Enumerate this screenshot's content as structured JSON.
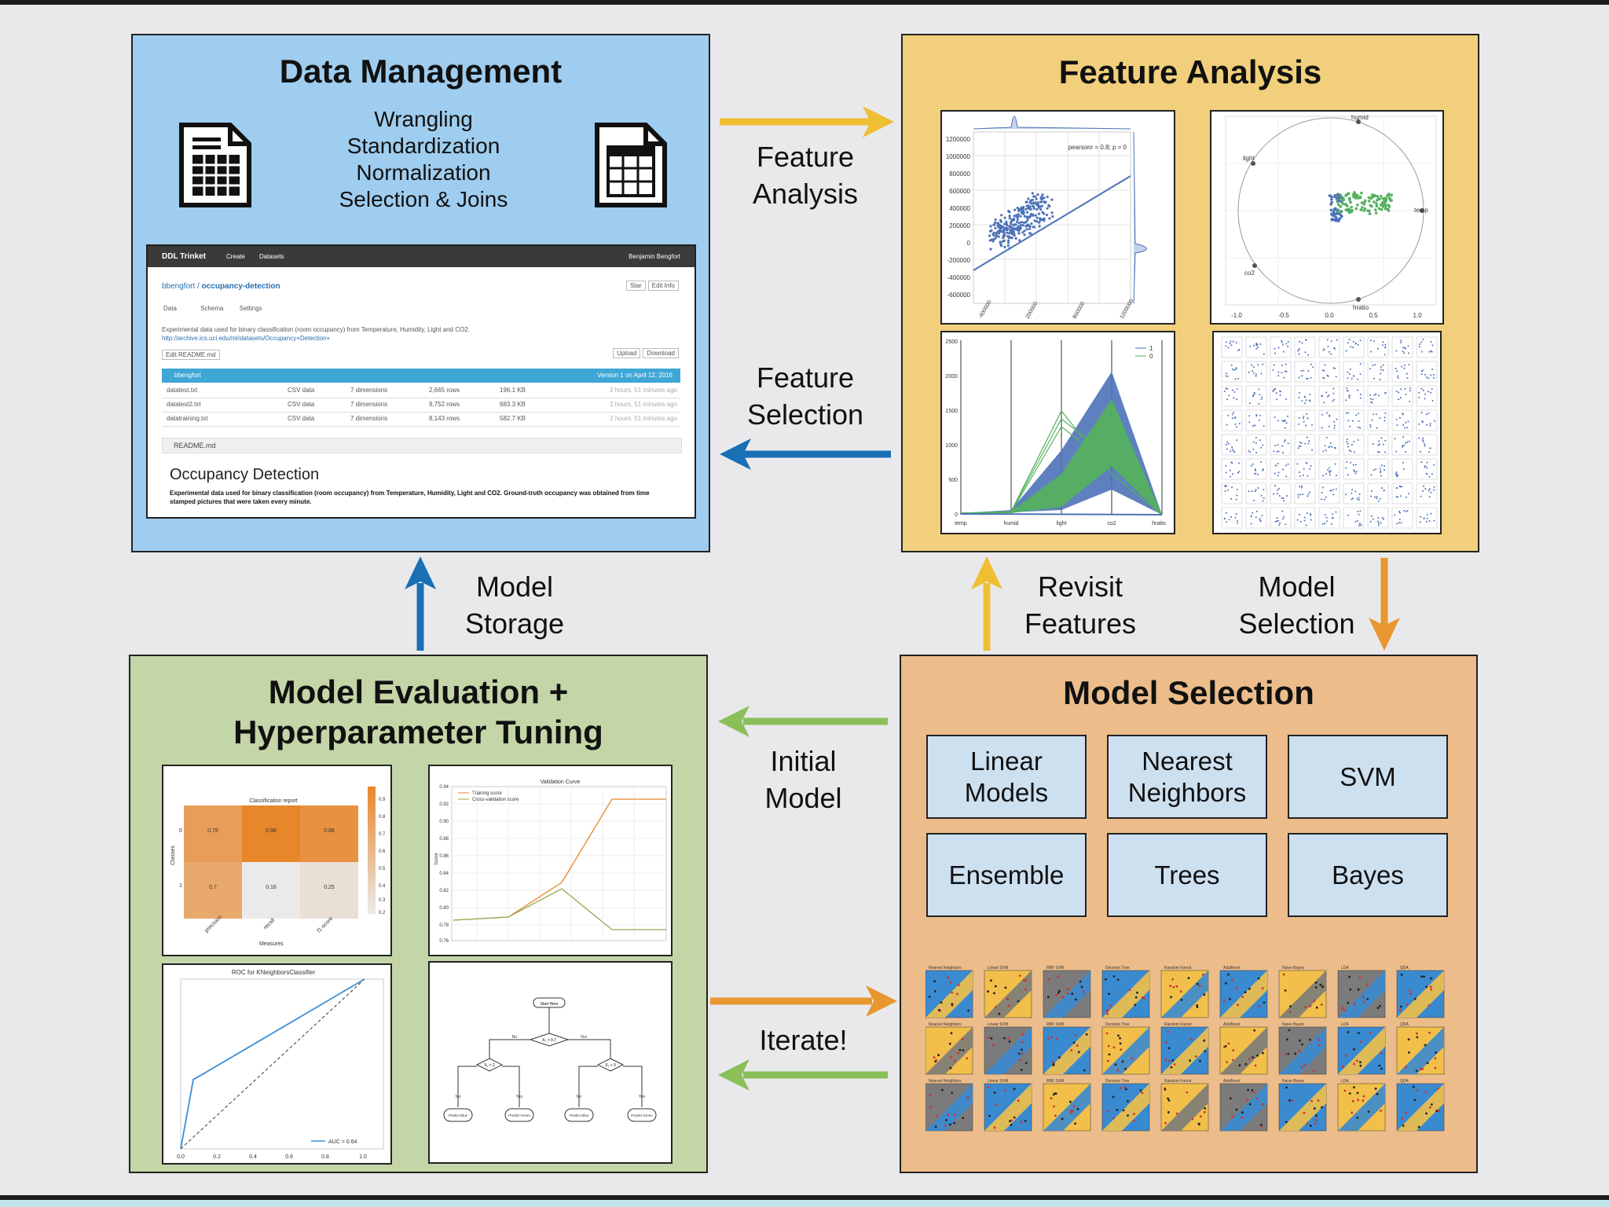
{
  "data_management": {
    "title": "Data Management",
    "steps": [
      "Wrangling",
      "Standardization",
      "Normalization",
      "Selection & Joins"
    ],
    "screenshot": {
      "app": "DDL Trinket",
      "nav": [
        "Create",
        "Datasets"
      ],
      "user": "Benjamin Bengfort",
      "repo_owner": "bbengfort",
      "repo_name": "occupancy-detection",
      "tabs": [
        "Data",
        "Schema",
        "Settings"
      ],
      "buttons": [
        "Star",
        "Edit Info",
        "Edit README.md",
        "Upload",
        "Download"
      ],
      "description": "Experimental data used for binary classification (room occupancy) from Temperature, Humidity, Light and CO2.",
      "link": "http://archive.ics.uci.edu/ml/datasets/Occupancy+Detection+",
      "version": "Version 1 on April 12, 2016",
      "files": [
        {
          "name": "datatest.txt",
          "type": "CSV data",
          "dims": "7 dimensions",
          "rows": "2,665 rows",
          "size": "196.1 KB",
          "time": "2 hours, 51 minutes ago"
        },
        {
          "name": "datatest2.txt",
          "type": "CSV data",
          "dims": "7 dimensions",
          "rows": "9,752 rows",
          "size": "683.3 KB",
          "time": "2 hours, 51 minutes ago"
        },
        {
          "name": "datatraining.txt",
          "type": "CSV data",
          "dims": "7 dimensions",
          "rows": "8,143 rows",
          "size": "582.7 KB",
          "time": "2 hours, 51 minutes ago"
        }
      ],
      "readme_label": "README.md",
      "readme_title": "Occupancy Detection",
      "readme_text": "Experimental data used for binary classification (room occupancy) from Temperature, Humidity, Light and CO2. Ground-truth occupancy was obtained from time stamped pictures that were taken every minute."
    }
  },
  "feature_analysis": {
    "title": "Feature Analysis",
    "joint_plot": {
      "annotation": "pearsonr = 0.8; p = 0",
      "y_ticks": [
        "1200000",
        "1000000",
        "800000",
        "600000",
        "400000",
        "200000",
        "0",
        "-200000",
        "-400000",
        "-600000"
      ]
    },
    "radviz": {
      "features": [
        "humid",
        "light",
        "temp",
        "co2",
        "hratio"
      ],
      "x_ticks": [
        "-1.0",
        "-0.5",
        "0.0",
        "0.5",
        "1.0"
      ]
    },
    "parallel": {
      "axes": [
        "temp",
        "humid",
        "light",
        "co2",
        "hratio"
      ],
      "legend": [
        "1",
        "0"
      ],
      "y_ticks": [
        "2500",
        "2000",
        "1500",
        "1000",
        "500",
        "0"
      ]
    }
  },
  "arrows": {
    "feature_analysis": "Feature Analysis",
    "feature_selection": "Feature Selection",
    "model_storage": "Model Storage",
    "revisit_features": "Revisit Features",
    "model_selection": "Model Selection",
    "initial_model": "Initial Model",
    "iterate": "Iterate!"
  },
  "model_evaluation": {
    "title_line1": "Model Evaluation +",
    "title_line2": "Hyperparameter Tuning",
    "classification_report": {
      "title": "Classification report",
      "rows": [
        "0",
        "1"
      ],
      "cols": [
        "precision",
        "recall",
        "f1-score"
      ],
      "values": [
        [
          0.78,
          0.98,
          0.88
        ],
        [
          0.7,
          0.16,
          0.25
        ]
      ],
      "ylabel": "Classes",
      "xlabel": "Measures",
      "scale": [
        "0.9",
        "0.8",
        "0.7",
        "0.6",
        "0.5",
        "0.4",
        "0.3",
        "0.2"
      ]
    },
    "validation_curve": {
      "title": "Validation Curve",
      "ylabel": "Score",
      "legend": [
        "Training score",
        "Cross-validation score"
      ],
      "y_ticks": [
        "0.94",
        "0.92",
        "0.90",
        "0.88",
        "0.86",
        "0.84",
        "0.82",
        "0.80",
        "0.78",
        "0.76"
      ]
    },
    "roc": {
      "title": "ROC for KNeighborsClassifier",
      "legend": "AUC = 0.64",
      "x_ticks": [
        "0.0",
        "0.2",
        "0.4",
        "0.6",
        "0.8",
        "1.0"
      ]
    },
    "decision_tree": {
      "nodes": [
        "Start Here",
        "X₂ > 0.7",
        "X₁ < 2",
        "X₁ > 3",
        "Predict Blue",
        "Predict Green",
        "Predict Blue",
        "Predict Green"
      ],
      "branches": [
        "No",
        "Yes",
        "No",
        "Yes",
        "No",
        "Yes"
      ]
    }
  },
  "model_selection": {
    "title": "Model Selection",
    "families": [
      {
        "line1": "Linear",
        "line2": "Models"
      },
      {
        "line1": "Nearest",
        "line2": "Neighbors"
      },
      {
        "line1": "SVM",
        "line2": ""
      },
      {
        "line1": "Ensemble",
        "line2": ""
      },
      {
        "line1": "Trees",
        "line2": ""
      },
      {
        "line1": "Bayes",
        "line2": ""
      }
    ],
    "classifier_columns": [
      "Nearest Neighbors",
      "Linear SVM",
      "RBF SVM",
      "Decision Tree",
      "Random Forest",
      "AdaBoost",
      "Naive Bayes",
      "LDA",
      "QDA"
    ]
  },
  "colors": {
    "data_panel": "#9fcdef",
    "feature_panel": "#f2cf7c",
    "eval_panel": "#c4d6a8",
    "select_panel": "#ecbd8a",
    "arrow_yellow": "#f0be32",
    "arrow_blue": "#1a6fb5",
    "arrow_orange": "#e8962f",
    "arrow_green": "#8bbf5a",
    "class_green": "#54b05e",
    "class_blue": "#4d72b8"
  }
}
